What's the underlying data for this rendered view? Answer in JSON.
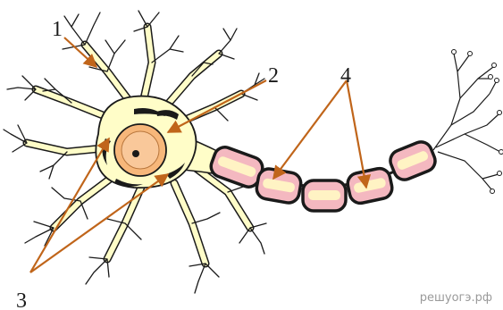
{
  "labels": {
    "l1": "1",
    "l2": "2",
    "l3": "3",
    "l4": "4"
  },
  "watermark": "решуогэ.рф",
  "colors": {
    "cytoplasm": "#fffdc8",
    "outline": "#1a1a1a",
    "nucleus": "#f7b77a",
    "myelin": "#f4b8c0",
    "myelin_core": "#fff3c4",
    "arrow": "#c0651a",
    "background": "#ffffff"
  }
}
